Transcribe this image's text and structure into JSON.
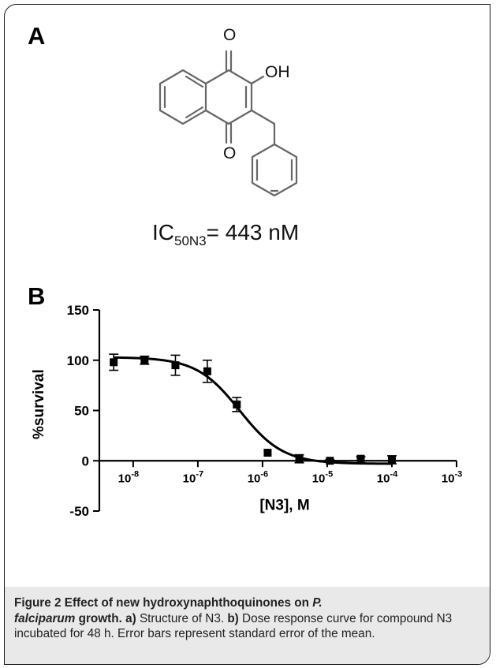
{
  "figure": {
    "panel_a_letter": "A",
    "panel_b_letter": "B",
    "chem": {
      "top_o": "O",
      "bottom_o": "O",
      "oh": "OH"
    },
    "ic50": {
      "prefix": "IC",
      "subscript": "50N3",
      "suffix": "= 443 nM"
    }
  },
  "caption": {
    "label": "Figure 2 Effect of new hydroxynaphthoquinones on ",
    "species_part1": "P.",
    "species_part2": "falciparum",
    "growth": " growth.",
    "a_label": "a)",
    "a_text": " Structure of N3. ",
    "b_label": "b)",
    "b_text": " Dose response curve for compound N3 incubated for 48 h. Error bars represent standard error of the mean."
  },
  "chart_data": {
    "type": "scatter",
    "xlabel": "[N3], M",
    "ylabel": "%survival",
    "x_scale": "log",
    "xlim": [
      3e-09,
      0.001
    ],
    "ylim": [
      -50,
      150
    ],
    "yticks": [
      -50,
      0,
      50,
      100,
      150
    ],
    "xticks": [
      {
        "value": 1e-08,
        "label": "10",
        "exp": "-8"
      },
      {
        "value": 1e-07,
        "label": "10",
        "exp": "-7"
      },
      {
        "value": 1e-06,
        "label": "10",
        "exp": "-6"
      },
      {
        "value": 1e-05,
        "label": "10",
        "exp": "-5"
      },
      {
        "value": 0.0001,
        "label": "10",
        "exp": "-4"
      },
      {
        "value": 0.001,
        "label": "10",
        "exp": "-3"
      }
    ],
    "points": [
      {
        "x": 5e-09,
        "y": 98,
        "err": 8
      },
      {
        "x": 1.5e-08,
        "y": 100,
        "err": 4
      },
      {
        "x": 4.5e-08,
        "y": 95,
        "err": 10
      },
      {
        "x": 1.4e-07,
        "y": 89,
        "err": 11
      },
      {
        "x": 4e-07,
        "y": 56,
        "err": 7
      },
      {
        "x": 1.2e-06,
        "y": 8,
        "err": 0
      },
      {
        "x": 3.7e-06,
        "y": 2,
        "err": 4
      },
      {
        "x": 1.1e-05,
        "y": 0,
        "err": 1
      },
      {
        "x": 3.3e-05,
        "y": 2,
        "err": 2
      },
      {
        "x": 0.0001,
        "y": 1,
        "err": 4
      }
    ],
    "fit": {
      "top": 103,
      "bottom": -3,
      "ec50": 4.43e-07,
      "hill": 1.3
    },
    "grid": false,
    "legend": "none"
  }
}
